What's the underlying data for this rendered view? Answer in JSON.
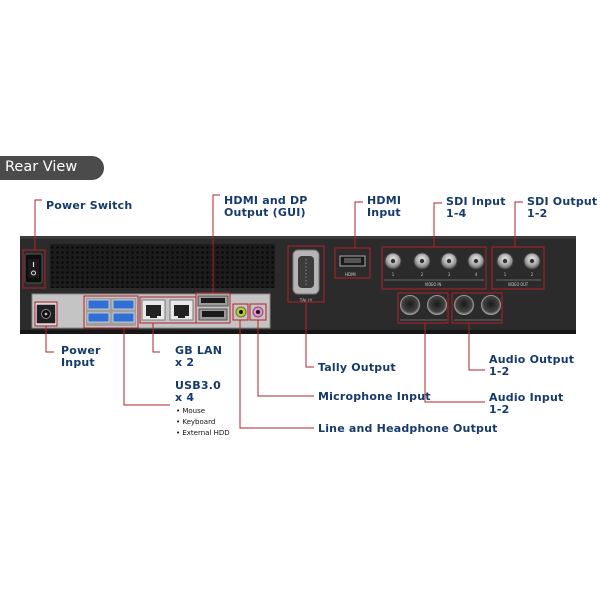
{
  "header": {
    "title": "Rear View"
  },
  "callouts": {
    "power_switch": "Power Switch",
    "hdmi_dp_output": "HDMI and DP\nOutput (GUI)",
    "hdmi_input": "HDMI\nInput",
    "sdi_input": "SDI Input\n1-4",
    "sdi_output": "SDI Output\n1-2",
    "power_input": "Power\nInput",
    "gb_lan": "GB LAN\nx 2",
    "usb": "USB3.0\nx 4",
    "tally_output": "Tally Output",
    "microphone_input": "Microphone Input",
    "line_headphone_output": "Line and Headphone Output",
    "audio_output": "Audio Output\n1-2",
    "audio_input": "Audio Input\n1-2"
  },
  "usb_devices": [
    "Mouse",
    "Keyboard",
    "External HDD"
  ],
  "panel_labels": {
    "tally": "TALLY",
    "hdmi": "HDMI",
    "sdi_in": "IN",
    "video_in": "VIDEO IN",
    "video_out": "VIDEO OUT",
    "sdi_ports": [
      "1",
      "2",
      "3",
      "4"
    ],
    "out_ports": [
      "1",
      "2"
    ]
  },
  "colors": {
    "callout_line": "#b3202a",
    "label_text": "#163a6a",
    "chassis": "#2b2b2b",
    "usb_blue": "#2f6fd6",
    "mic_pink": "#e08fc7",
    "line_green": "#b8c94a"
  }
}
